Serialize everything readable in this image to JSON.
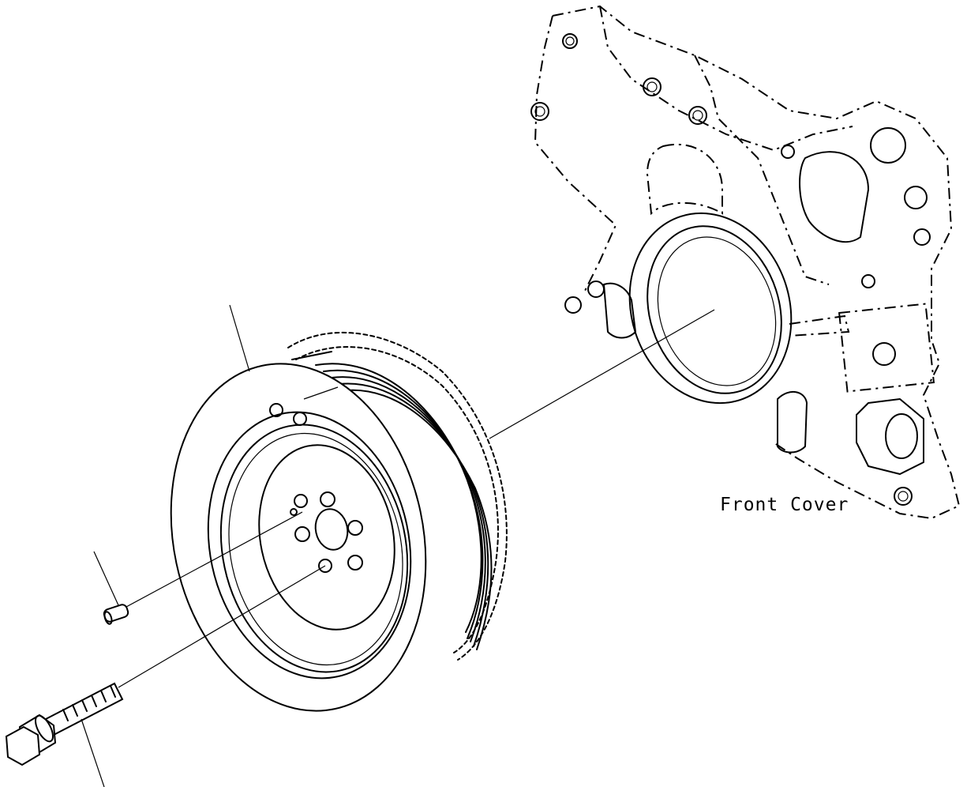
{
  "labels": {
    "front_cover": "Front Cover"
  },
  "parts": [
    {
      "id": "crankshaft-pulley-damper",
      "icon": "pulley-drawing"
    },
    {
      "id": "dowel-pin",
      "icon": "pin-drawing"
    },
    {
      "id": "mounting-bolt",
      "icon": "bolt-drawing"
    },
    {
      "id": "front-cover",
      "icon": "cover-phantom-drawing"
    }
  ],
  "colors": {
    "line": "#000000",
    "background": "#ffffff"
  }
}
